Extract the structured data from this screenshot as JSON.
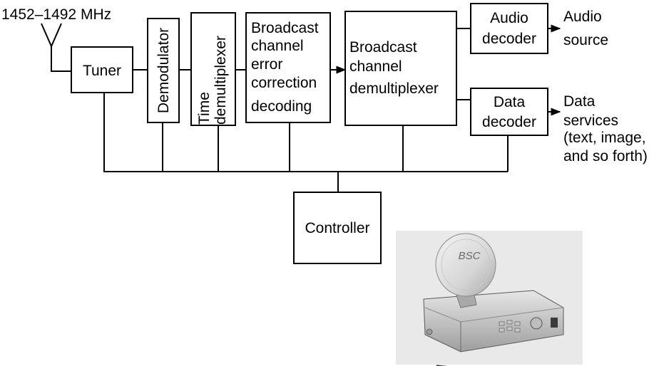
{
  "antenna": {
    "frequency_label": "1452–1492 MHz"
  },
  "blocks": {
    "tuner": "Tuner",
    "demodulator": "Demodulator",
    "time_demux": [
      "Time",
      "demultiplexer"
    ],
    "error_correction": [
      "Broadcast",
      "channel",
      "error",
      "correction",
      "decoding"
    ],
    "channel_demux": [
      "Broadcast",
      "channel",
      "demultiplexer"
    ],
    "audio_decoder": [
      "Audio",
      "decoder"
    ],
    "data_decoder": [
      "Data",
      "decoder"
    ],
    "controller": "Controller"
  },
  "outputs": {
    "audio": [
      "Audio",
      "source"
    ],
    "data": [
      "Data",
      "services",
      "(text, image,",
      "and so forth)"
    ]
  },
  "photo": {
    "device_logo": "BSC"
  }
}
